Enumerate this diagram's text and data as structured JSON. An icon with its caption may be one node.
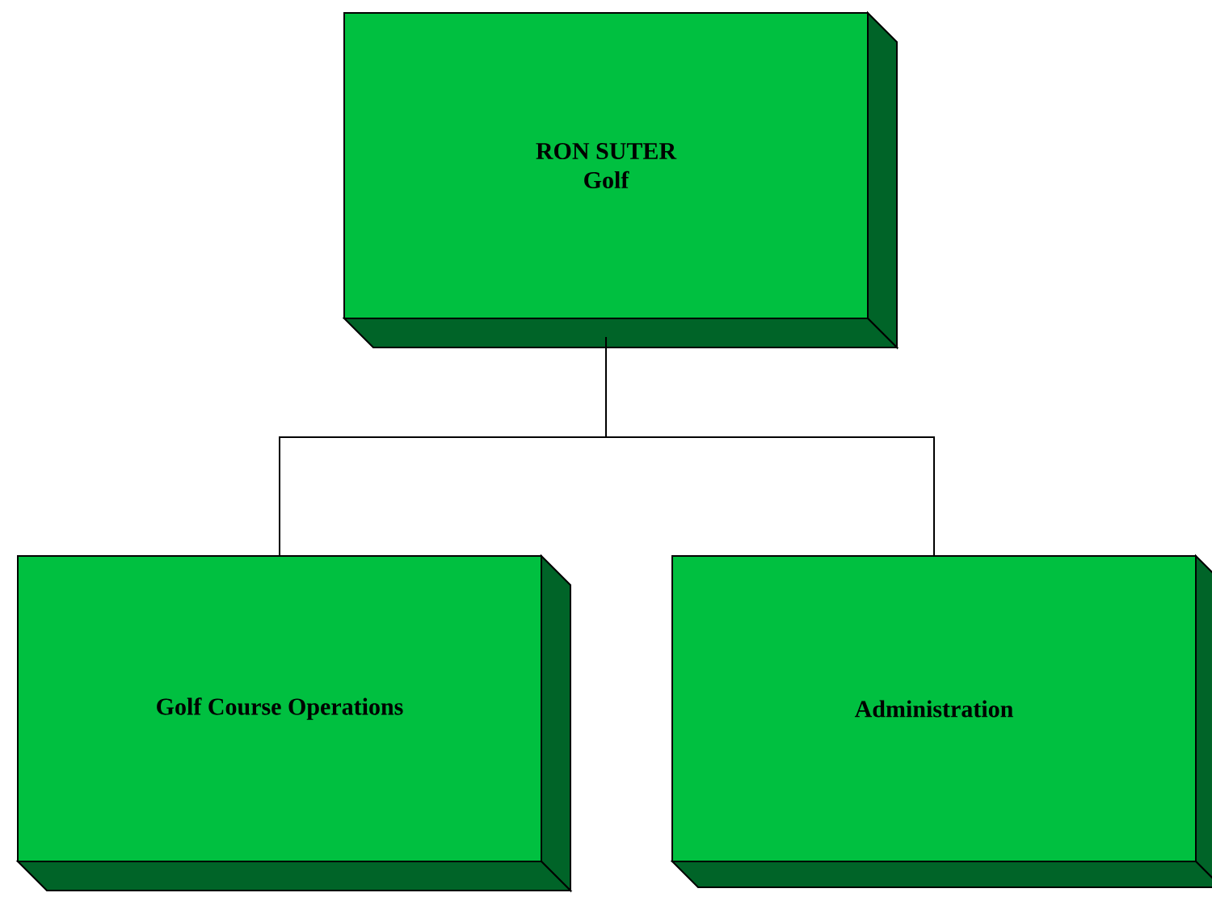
{
  "diagram": {
    "nodes": [
      {
        "text": [
          "RON SUTER",
          "Golf"
        ]
      },
      {
        "text": [
          "Golf Course Operations"
        ]
      },
      {
        "text": [
          "Administration"
        ]
      }
    ],
    "edges": [
      {
        "from": 0,
        "to": 1,
        "arrow": "none"
      },
      {
        "from": 0,
        "to": 2,
        "arrow": "none"
      }
    ]
  }
}
